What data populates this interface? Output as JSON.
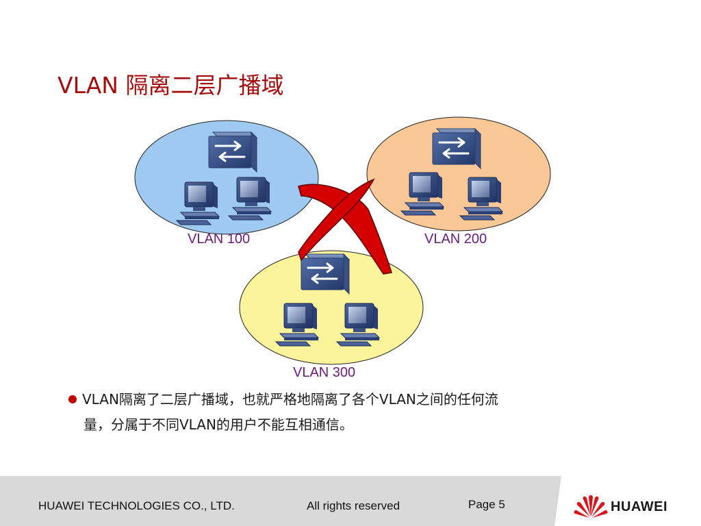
{
  "slide": {
    "title": "VLAN 隔离二层广播域",
    "vlans": [
      {
        "label": "VLAN 100",
        "color": "#9ec9f0"
      },
      {
        "label": "VLAN 200",
        "color": "#f9c896"
      },
      {
        "label": "VLAN 300",
        "color": "#fbf49a"
      }
    ],
    "bullet": {
      "line1": "VLAN隔离了二层广播域，也就严格地隔离了各个VLAN之间的任何流",
      "line2": "量，分属于不同VLAN的用户不能互相通信。"
    },
    "icons": [
      "switch-icon",
      "computer-icon",
      "red-x-mark",
      "huawei-logo-icon"
    ],
    "accent_color": "#c00000"
  },
  "footer": {
    "company": "HUAWEI TECHNOLOGIES CO., LTD.",
    "rights": "All rights reserved",
    "page": "Page 5",
    "brand": "HUAWEI"
  }
}
